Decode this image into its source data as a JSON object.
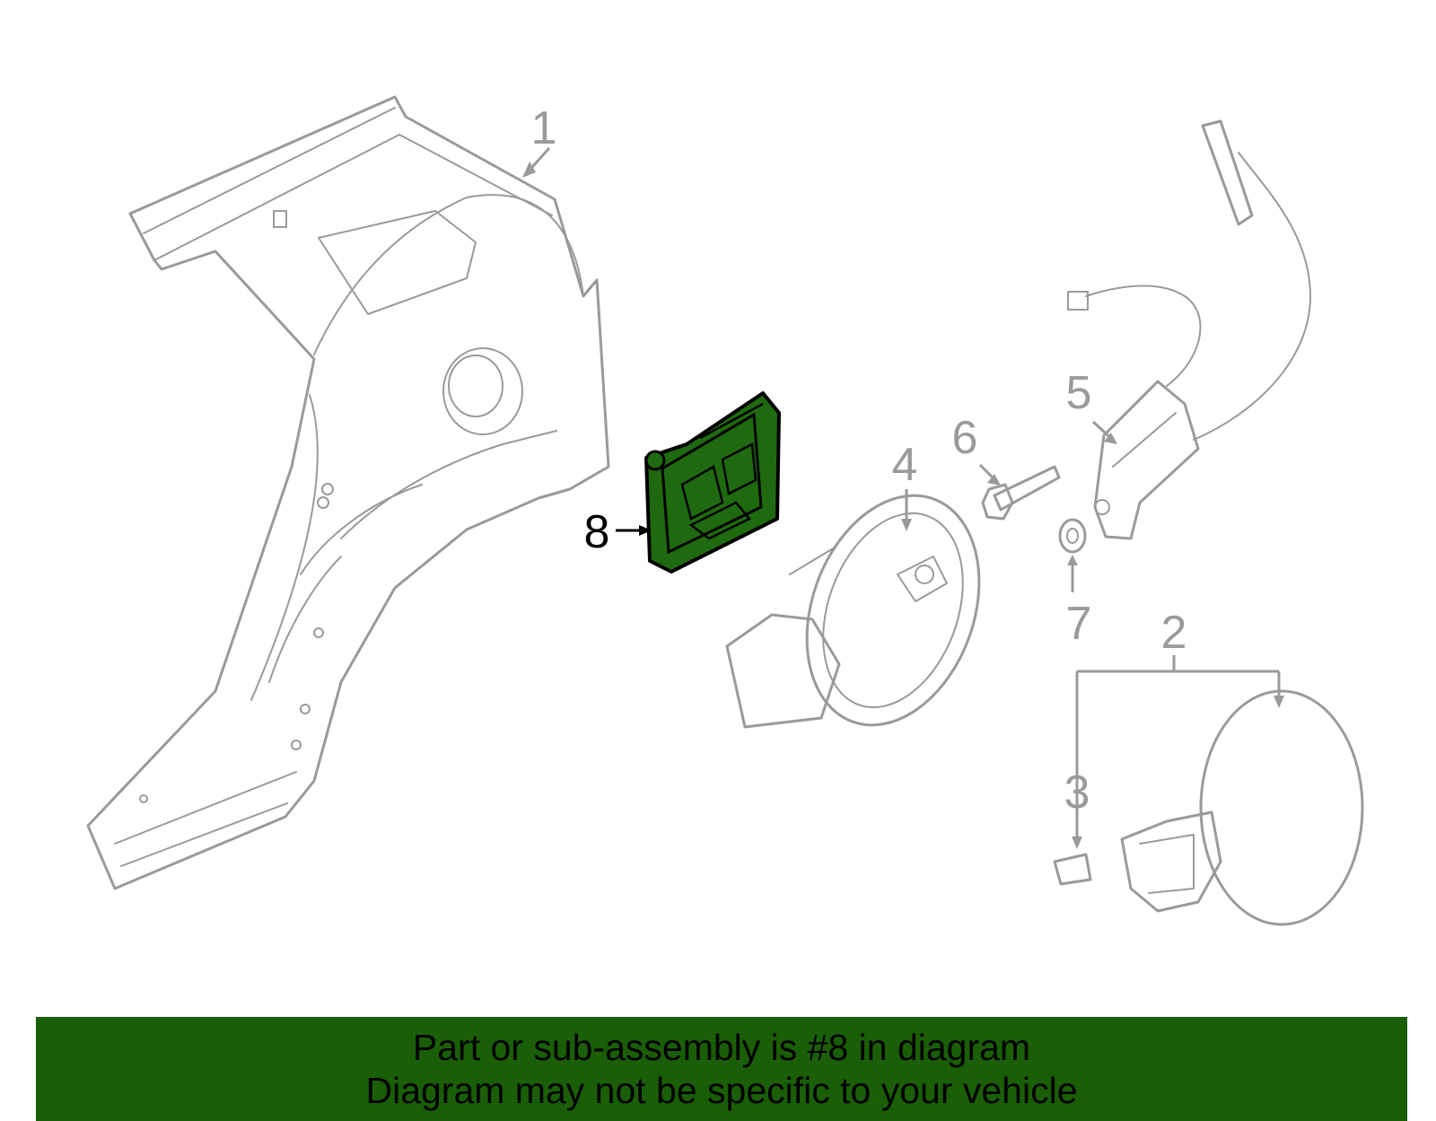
{
  "diagram": {
    "callouts": [
      {
        "id": "1",
        "label": "1"
      },
      {
        "id": "2",
        "label": "2"
      },
      {
        "id": "3",
        "label": "3"
      },
      {
        "id": "4",
        "label": "4"
      },
      {
        "id": "5",
        "label": "5"
      },
      {
        "id": "6",
        "label": "6"
      },
      {
        "id": "7",
        "label": "7"
      },
      {
        "id": "8",
        "label": "8",
        "highlighted": true
      }
    ],
    "highlight_color": "#1a5e08",
    "line_color": "#9a9a9a"
  },
  "banner": {
    "line1": "Part or sub-assembly is #8 in diagram",
    "line2": "Diagram may not be specific to your vehicle",
    "background": "#1a5e08"
  }
}
